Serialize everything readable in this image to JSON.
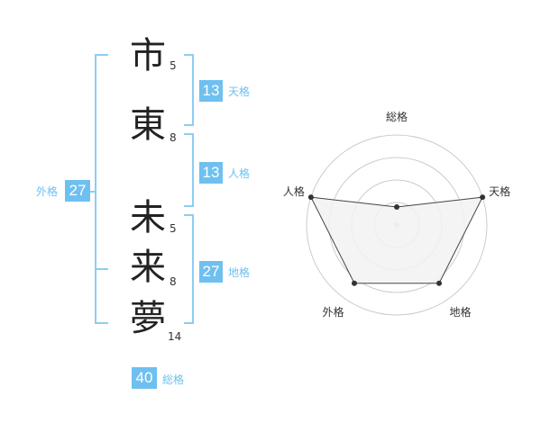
{
  "name": {
    "chars": [
      {
        "char": "市",
        "strokes": "5"
      },
      {
        "char": "東",
        "strokes": "8"
      },
      {
        "char": "未",
        "strokes": "5"
      },
      {
        "char": "来",
        "strokes": "8"
      },
      {
        "char": "夢",
        "strokes": "14"
      }
    ]
  },
  "kaku": {
    "tenkaku": {
      "label": "天格",
      "value": "13"
    },
    "jinkaku": {
      "label": "人格",
      "value": "13"
    },
    "chikaku": {
      "label": "地格",
      "value": "27"
    },
    "gaikaku": {
      "label": "外格",
      "value": "27"
    },
    "soukaku": {
      "label": "総格",
      "value": "40"
    }
  },
  "colors": {
    "accent": "#6ec0f0",
    "bracket": "#8ccdf3",
    "radar_fill": "#f2f2f2",
    "radar_ring": "#cccccc"
  },
  "chart_data": {
    "type": "radar",
    "axes": [
      "総格",
      "天格",
      "地格",
      "外格",
      "人格"
    ],
    "values": [
      1,
      5,
      4,
      4,
      5
    ],
    "rmax": 5,
    "rings": 4
  }
}
